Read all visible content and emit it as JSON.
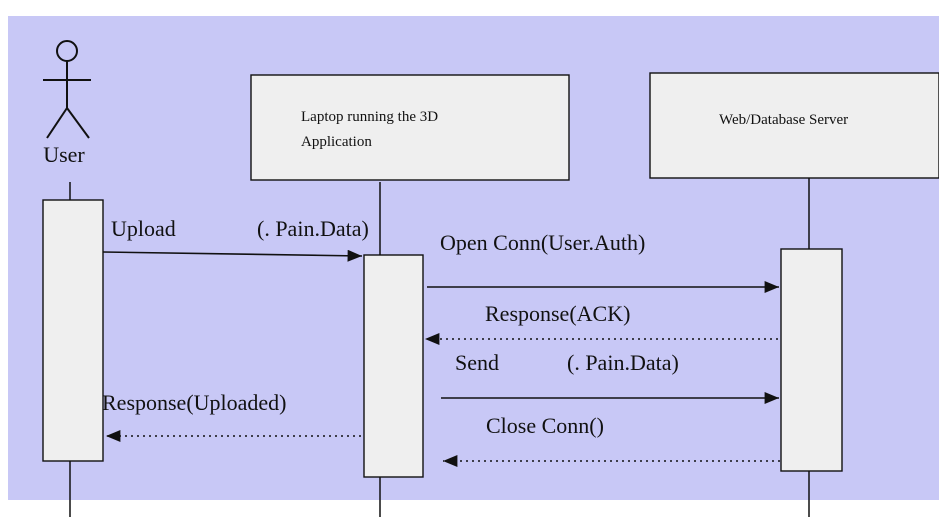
{
  "colors": {
    "background": "#c8c8f6",
    "box_fill": "#efefef",
    "stroke": "#111111"
  },
  "actor": {
    "label": "User"
  },
  "participants": [
    {
      "label_lines": [
        "Laptop running the 3D",
        "Application"
      ]
    },
    {
      "label_lines": [
        "Web/Database Server"
      ]
    }
  ],
  "messages": [
    {
      "label_left": "Upload",
      "label_right": "(. Pain.Data)",
      "from": "user",
      "to": "laptop",
      "style": "solid"
    },
    {
      "label": "Open Conn(User.Auth)",
      "from": "laptop",
      "to": "server",
      "style": "solid"
    },
    {
      "label": "Response(ACK)",
      "from": "server",
      "to": "laptop",
      "style": "dotted"
    },
    {
      "label_left": "Send",
      "label_right": "(. Pain.Data)",
      "from": "laptop",
      "to": "server",
      "style": "solid"
    },
    {
      "label": "Response(Uploaded)",
      "from": "laptop",
      "to": "user",
      "style": "dotted"
    },
    {
      "label": "Close Conn()",
      "from": "server",
      "to": "laptop",
      "style": "dotted"
    }
  ]
}
